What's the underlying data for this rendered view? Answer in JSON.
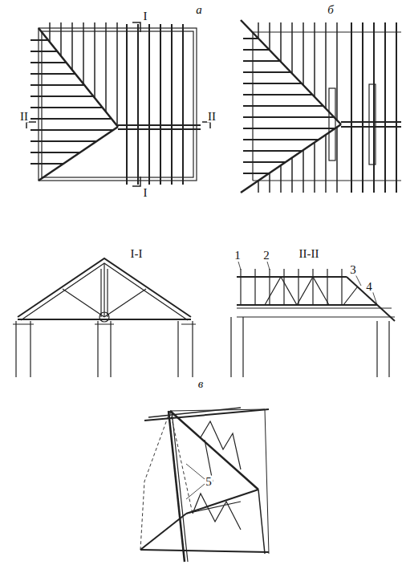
{
  "diagram": {
    "labels": [
      "а",
      "б",
      "I",
      "II",
      "II",
      "I",
      "I-I",
      "II-II",
      "1",
      "2",
      "3",
      "4",
      "в",
      "5"
    ]
  }
}
